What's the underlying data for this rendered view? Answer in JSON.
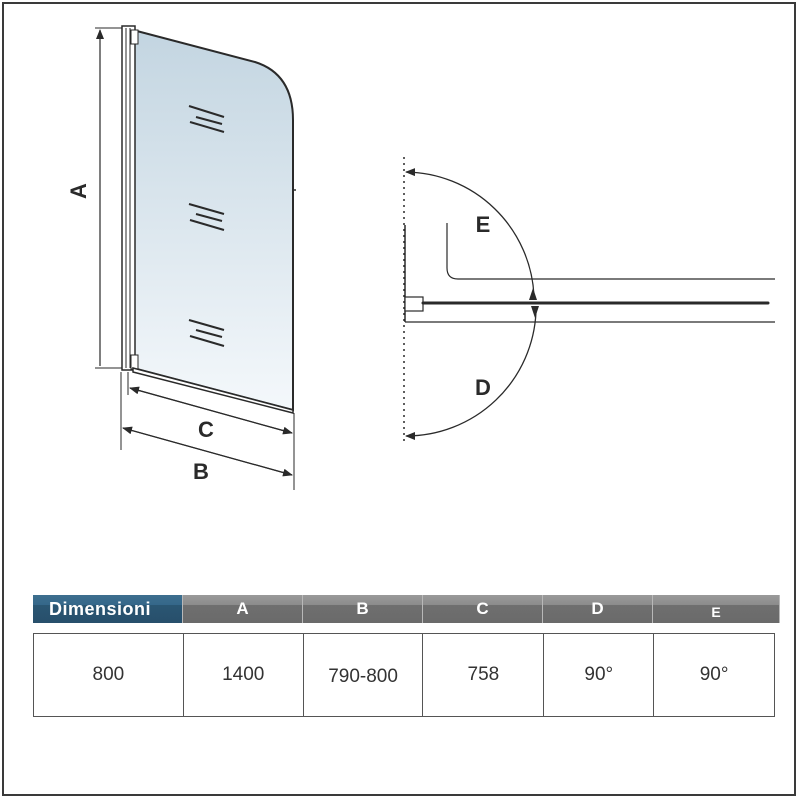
{
  "diagram": {
    "title": "Bath shower screen dimension drawing",
    "panel_labels": {
      "a": "A",
      "b": "B",
      "c": "C"
    },
    "swing_labels": {
      "d": "D",
      "e": "E"
    },
    "colors": {
      "glass_top": "#c7d8e3",
      "glass_bottom": "#f2f7fa",
      "line": "#2a2a2a",
      "header_blue": "#2e5f7f",
      "header_gray": "#7a7a7a"
    }
  },
  "table": {
    "headers": [
      "Dimensioni",
      "A",
      "B",
      "C",
      "D",
      "E"
    ],
    "values": [
      "800",
      "1400",
      "790-800",
      "758",
      "90°",
      "90°"
    ]
  }
}
